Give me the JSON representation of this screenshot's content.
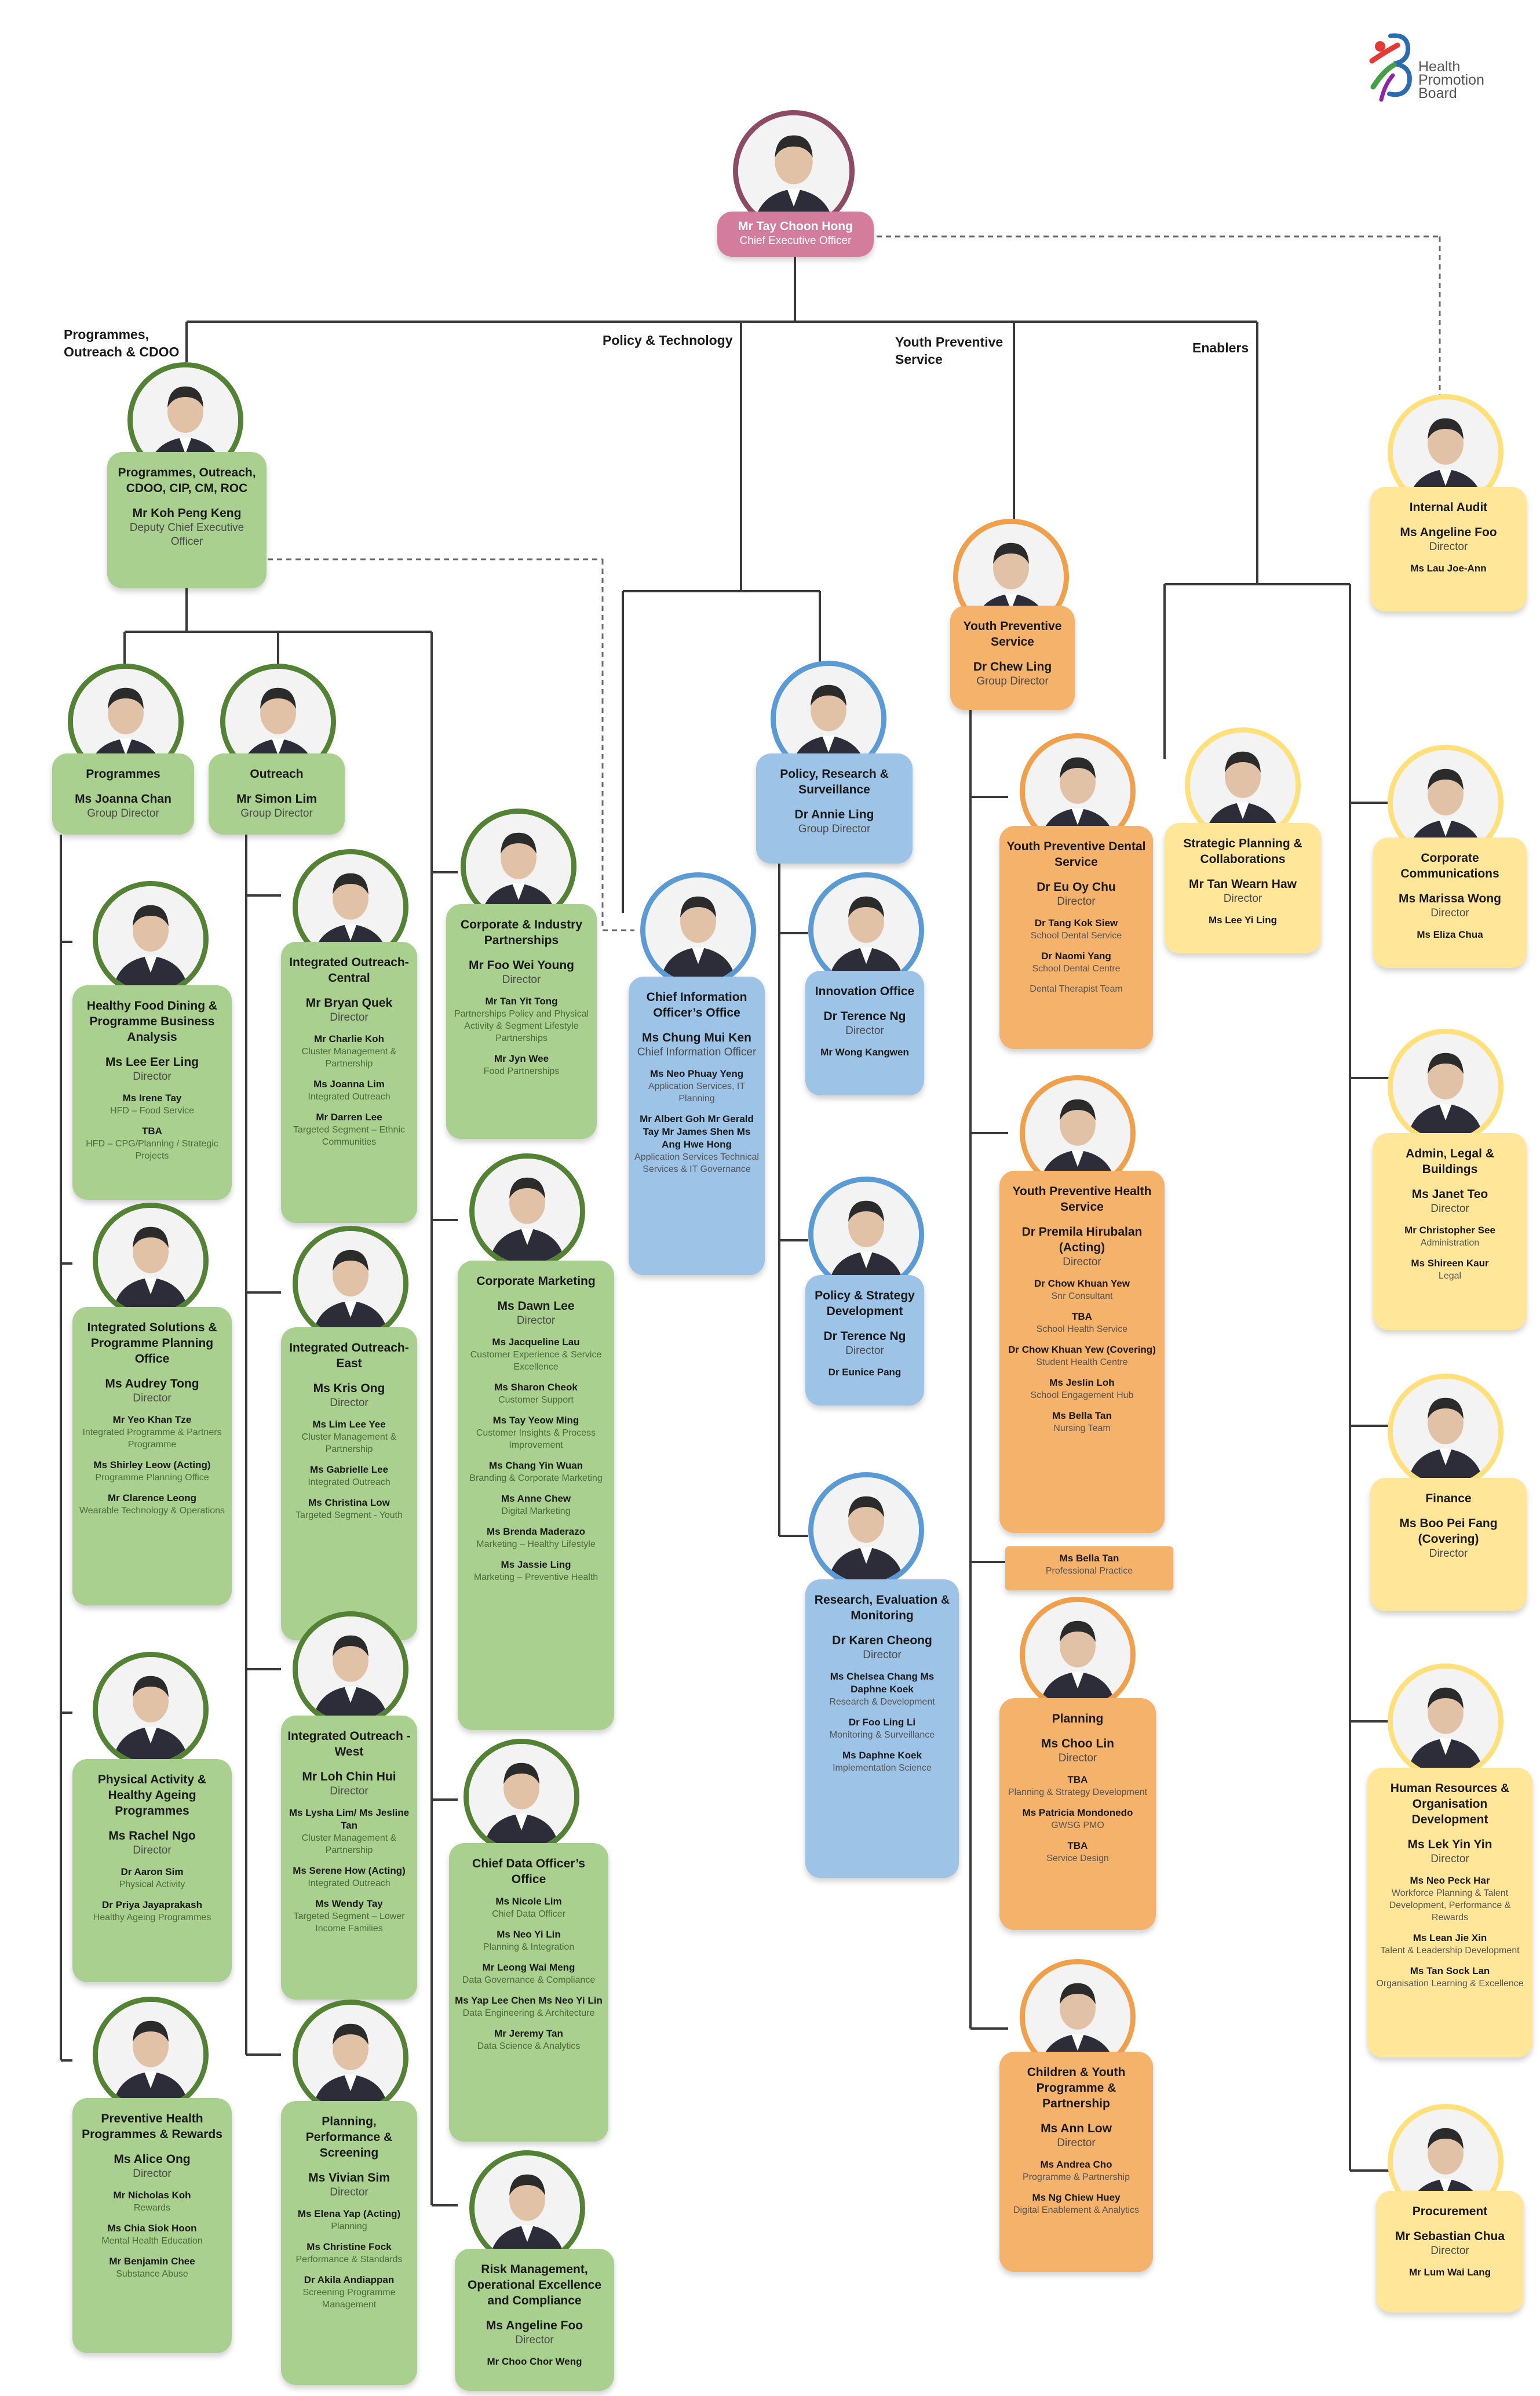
{
  "logo": {
    "text_lines": [
      "Health",
      "Promotion",
      "Board"
    ],
    "icon": "hpb-logo-icon"
  },
  "colors": {
    "green": "#a9d08e",
    "blue": "#9dc3e6",
    "orange": "#f4b26b",
    "yellow": "#ffe699",
    "pink": "#d47c9b",
    "line": "#3a3a3a"
  },
  "sections": {
    "programmes": "Programmes, Outreach & CDOO",
    "policy": "Policy & Technology",
    "youth": "Youth Preventive Service",
    "enablers": "Enablers"
  },
  "ceo": {
    "name": "Mr Tay Choon Hong",
    "role": "Chief Executive Officer"
  },
  "units": {
    "dceo": {
      "title": "Programmes, Outreach, CDOO, CIP, CM, ROC",
      "name": "Mr Koh Peng Keng",
      "role": "Deputy Chief Executive Officer",
      "subs": []
    },
    "programmes": {
      "title": "Programmes",
      "name": "Ms Joanna Chan",
      "role": "Group Director",
      "subs": []
    },
    "outreach": {
      "title": "Outreach",
      "name": "Mr Simon Lim",
      "role": "Group Director",
      "subs": []
    },
    "healthy_food": {
      "title": "Healthy Food Dining & Programme Business Analysis",
      "name": "Ms Lee Eer Ling",
      "role": "Director",
      "subs": [
        {
          "name": "Ms Irene Tay",
          "role": "HFD – Food Service"
        },
        {
          "name": "TBA",
          "role": "HFD – CPG/Planning / Strategic Projects"
        }
      ]
    },
    "integrated_solutions": {
      "title": "Integrated Solutions & Programme Planning Office",
      "name": "Ms Audrey Tong",
      "role": "Director",
      "subs": [
        {
          "name": "Mr Yeo Khan Tze",
          "role": "Integrated Programme & Partners Programme"
        },
        {
          "name": "Ms Shirley Leow (Acting)",
          "role": "Programme Planning Office"
        },
        {
          "name": "Mr Clarence Leong",
          "role": "Wearable Technology & Operations"
        }
      ]
    },
    "physical_activity": {
      "title": "Physical Activity & Healthy Ageing Programmes",
      "name": "Ms Rachel Ngo",
      "role": "Director",
      "subs": [
        {
          "name": "Dr Aaron Sim",
          "role": "Physical Activity"
        },
        {
          "name": "Dr Priya Jayaprakash",
          "role": "Healthy Ageing Programmes"
        }
      ]
    },
    "preventive_health": {
      "title": "Preventive Health Programmes & Rewards",
      "name": "Ms Alice Ong",
      "role": "Director",
      "subs": [
        {
          "name": "Mr Nicholas Koh",
          "role": "Rewards"
        },
        {
          "name": "Ms Chia Siok Hoon",
          "role": "Mental Health Education"
        },
        {
          "name": "Mr Benjamin Chee",
          "role": "Substance Abuse"
        }
      ]
    },
    "outreach_central": {
      "title": "Integrated Outreach- Central",
      "name": "Mr Bryan Quek",
      "role": "Director",
      "subs": [
        {
          "name": "Mr Charlie Koh",
          "role": "Cluster Management & Partnership"
        },
        {
          "name": "Ms Joanna Lim",
          "role": "Integrated Outreach"
        },
        {
          "name": "Mr Darren Lee",
          "role": "Targeted Segment – Ethnic Communities"
        }
      ]
    },
    "outreach_east": {
      "title": "Integrated Outreach- East",
      "name": "Ms Kris Ong",
      "role": "Director",
      "subs": [
        {
          "name": "Ms Lim Lee Yee",
          "role": "Cluster Management & Partnership"
        },
        {
          "name": "Ms Gabrielle Lee",
          "role": "Integrated Outreach"
        },
        {
          "name": "Ms Christina Low",
          "role": "Targeted Segment - Youth"
        }
      ]
    },
    "outreach_west": {
      "title": "Integrated Outreach - West",
      "name": "Mr Loh Chin Hui",
      "role": "Director",
      "subs": [
        {
          "name": "Ms Lysha Lim/ Ms Jesline Tan",
          "role": "Cluster Management & Partnership"
        },
        {
          "name": "Ms Serene How (Acting)",
          "role": "Integrated Outreach"
        },
        {
          "name": "Ms Wendy Tay",
          "role": "Targeted Segment – Lower Income Families"
        }
      ]
    },
    "planning_screening": {
      "title": "Planning, Performance & Screening",
      "name": "Ms Vivian Sim",
      "role": "Director",
      "subs": [
        {
          "name": "Ms Elena Yap (Acting)",
          "role": "Planning"
        },
        {
          "name": "Ms Christine Fock",
          "role": "Performance & Standards"
        },
        {
          "name": "Dr Akila Andiappan",
          "role": "Screening Programme Management"
        }
      ]
    },
    "corporate_industry": {
      "title": "Corporate & Industry Partnerships",
      "name": "Mr Foo Wei Young",
      "role": "Director",
      "subs": [
        {
          "name": "Mr Tan Yit Tong",
          "role": "Partnerships Policy and Physical Activity & Segment Lifestyle Partnerships"
        },
        {
          "name": "Mr Jyn Wee",
          "role": "Food Partnerships"
        }
      ]
    },
    "corporate_marketing": {
      "title": "Corporate Marketing",
      "name": "Ms Dawn Lee",
      "role": "Director",
      "subs": [
        {
          "name": "Ms Jacqueline Lau",
          "role": "Customer Experience & Service Excellence"
        },
        {
          "name": "Ms Sharon Cheok",
          "role": "Customer Support"
        },
        {
          "name": "Ms Tay Yeow Ming",
          "role": "Customer Insights & Process Improvement"
        },
        {
          "name": "Ms Chang Yin Wuan",
          "role": "Branding & Corporate Marketing"
        },
        {
          "name": "Ms Anne Chew",
          "role": "Digital Marketing"
        },
        {
          "name": "Ms Brenda Maderazo",
          "role": "Marketing – Healthy Lifestyle"
        },
        {
          "name": "Ms Jassie Ling",
          "role": "Marketing – Preventive Health"
        }
      ]
    },
    "cdo": {
      "title": "Chief Data Officer’s Office",
      "name": "",
      "role": "",
      "subs": [
        {
          "name": "Ms Nicole Lim",
          "role": "Chief Data Officer"
        },
        {
          "name": "Ms Neo Yi Lin",
          "role": "Planning & Integration"
        },
        {
          "name": "Mr Leong Wai Meng",
          "role": "Data Governance & Compliance"
        },
        {
          "name": "Ms Yap Lee Chen Ms Neo Yi Lin",
          "role": "Data Engineering & Architecture"
        },
        {
          "name": "Mr Jeremy Tan",
          "role": "Data Science & Analytics"
        }
      ]
    },
    "risk": {
      "title": "Risk Management, Operational Excellence and Compliance",
      "name": "Ms Angeline Foo",
      "role": "Director",
      "subs": [
        {
          "name": "Mr Choo Chor Weng",
          "role": ""
        }
      ]
    },
    "cio": {
      "title": "Chief Information Officer’s Office",
      "name": "Ms Chung Mui Ken",
      "role": "Chief Information Officer",
      "subs": [
        {
          "name": "Ms Neo Phuay Yeng",
          "role": "Application Services, IT Planning"
        },
        {
          "name": "Mr Albert Goh Mr Gerald Tay Mr James Shen Ms Ang Hwe Hong",
          "role": "Application Services Technical Services & IT Governance"
        }
      ]
    },
    "policy_research": {
      "title": "Policy, Research & Surveillance",
      "name": "Dr Annie Ling",
      "role": "Group Director",
      "subs": []
    },
    "innovation": {
      "title": "Innovation Office",
      "name": "Dr Terence Ng",
      "role": "Director",
      "subs": [
        {
          "name": "Mr Wong Kangwen",
          "role": ""
        }
      ]
    },
    "policy_strategy": {
      "title": "Policy & Strategy Development",
      "name": "Dr Terence Ng",
      "role": "Director",
      "subs": [
        {
          "name": "Dr Eunice Pang",
          "role": ""
        }
      ]
    },
    "research_eval": {
      "title": "Research, Evaluation & Monitoring",
      "name": "Dr Karen Cheong",
      "role": "Director",
      "subs": [
        {
          "name": "Ms Chelsea Chang Ms Daphne Koek",
          "role": "Research & Development"
        },
        {
          "name": "Dr Foo Ling Li",
          "role": "Monitoring & Surveillance"
        },
        {
          "name": "Ms Daphne Koek",
          "role": "Implementation Science"
        }
      ]
    },
    "youth_service": {
      "title": "Youth Preventive Service",
      "name": "Dr Chew Ling",
      "role": "Group Director",
      "subs": []
    },
    "youth_dental": {
      "title": "Youth Preventive Dental Service",
      "name": "Dr Eu Oy Chu",
      "role": "Director",
      "subs": [
        {
          "name": "Dr Tang Kok Siew",
          "role": "School Dental Service"
        },
        {
          "name": "Dr Naomi Yang",
          "role": "School Dental Centre"
        },
        {
          "name": "",
          "role": "Dental Therapist Team"
        }
      ]
    },
    "youth_health": {
      "title": "Youth Preventive Health Service",
      "name": "Dr Premila Hirubalan (Acting)",
      "role": "Director",
      "subs": [
        {
          "name": "Dr Chow Khuan Yew",
          "role": "Snr Consultant"
        },
        {
          "name": "TBA",
          "role": "School Health Service"
        },
        {
          "name": "Dr Chow Khuan Yew (Covering)",
          "role": "Student Health Centre"
        },
        {
          "name": "Ms Jeslin Loh",
          "role": "School Engagement Hub"
        },
        {
          "name": "Ms Bella Tan",
          "role": "Nursing Team"
        }
      ]
    },
    "prof_practice": {
      "name": "Ms Bella Tan",
      "role": "Professional Practice"
    },
    "planning": {
      "title": "Planning",
      "name": "Ms Choo Lin",
      "role": "Director",
      "subs": [
        {
          "name": "TBA",
          "role": "Planning & Strategy Development"
        },
        {
          "name": "Ms Patricia Mondonedo",
          "role": "GWSG PMO"
        },
        {
          "name": "TBA",
          "role": "Service Design"
        }
      ]
    },
    "children_youth": {
      "title": "Children & Youth Programme & Partnership",
      "name": "Ms Ann Low",
      "role": "Director",
      "subs": [
        {
          "name": "Ms Andrea Cho",
          "role": "Programme & Partnership"
        },
        {
          "name": "Ms Ng Chiew Huey",
          "role": "Digital Enablement & Analytics"
        }
      ]
    },
    "internal_audit": {
      "title": "Internal Audit",
      "name": "Ms Angeline Foo",
      "role": "Director",
      "subs": [
        {
          "name": "Ms Lau Joe-Ann",
          "role": ""
        }
      ]
    },
    "strategic_planning": {
      "title": "Strategic Planning & Collaborations",
      "name": "Mr Tan Wearn Haw",
      "role": "Director",
      "subs": [
        {
          "name": "Ms Lee Yi Ling",
          "role": ""
        }
      ]
    },
    "corp_comms": {
      "title": "Corporate Communications",
      "name": "Ms Marissa Wong",
      "role": "Director",
      "subs": [
        {
          "name": "Ms Eliza Chua",
          "role": ""
        }
      ]
    },
    "admin_legal": {
      "title": "Admin, Legal & Buildings",
      "name": "Ms Janet Teo",
      "role": "Director",
      "subs": [
        {
          "name": "Mr Christopher See",
          "role": "Administration"
        },
        {
          "name": "Ms Shireen Kaur",
          "role": "Legal"
        }
      ]
    },
    "finance": {
      "title": "Finance",
      "name": "Ms Boo Pei Fang (Covering)",
      "role": "Director",
      "subs": []
    },
    "hr": {
      "title": "Human Resources & Organisation Development",
      "name": "Ms Lek Yin Yin",
      "role": "Director",
      "subs": [
        {
          "name": "Ms Neo Peck Har",
          "role": "Workforce Planning & Talent Development, Performance & Rewards"
        },
        {
          "name": "Ms Lean Jie Xin",
          "role": "Talent & Leadership Development"
        },
        {
          "name": "Ms Tan Sock Lan",
          "role": "Organisation Learning & Excellence"
        }
      ]
    },
    "procurement": {
      "title": "Procurement",
      "name": "Mr Sebastian Chua",
      "role": "Director",
      "subs": [
        {
          "name": "Mr Lum Wai Lang",
          "role": ""
        }
      ]
    }
  }
}
